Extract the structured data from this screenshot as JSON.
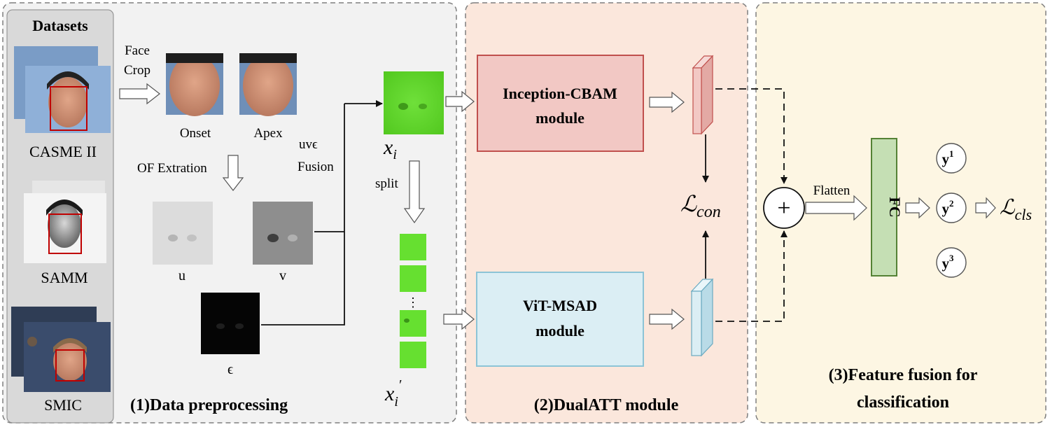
{
  "panels": {
    "datasets": {
      "title": "Datasets",
      "items": [
        "CASME II",
        "SAMM",
        "SMIC"
      ]
    },
    "preprocessing": {
      "title": "(1)Data preprocessing",
      "face_crop": [
        "Face",
        "Crop"
      ],
      "frames": [
        "Onset",
        "Apex"
      ],
      "of_extraction": "OF Extration",
      "fusion": [
        "uvϵ",
        "Fusion"
      ],
      "flows": [
        "u",
        "v",
        "ϵ"
      ],
      "split": "split",
      "dots": "⋮"
    },
    "dualatt": {
      "title": "(2)DualATT module",
      "inception": [
        "Inception-CBAM",
        "module"
      ],
      "vit": [
        "ViT-MSAD",
        "module"
      ]
    },
    "fusion": {
      "title": [
        "(3)Feature fusion for",
        "classification"
      ],
      "flatten": "Flatten",
      "fc": "FC",
      "plus": "+",
      "outputs": [
        "y",
        "y",
        "y"
      ],
      "output_sups": [
        "1",
        "2",
        "3"
      ]
    }
  },
  "math": {
    "xi": "x",
    "xi_sub": "i",
    "xip_sub": "i",
    "xip_prime": "′",
    "lcon_script": "ℒ",
    "lcon_sub": "con",
    "lcls_script": "ℒ",
    "lcls_sub": "cls"
  },
  "colors": {
    "panel1_bg": "#f2f2f2",
    "panel2_bg": "#fbe7dc",
    "panel3_bg": "#fdf6e3",
    "datasets_bg": "#d9d9d9",
    "inception_fill": "#f2c8c4",
    "inception_stroke": "#c0504d",
    "vit_fill": "#dbeef4",
    "vit_stroke": "#8cc4d6",
    "fc_fill": "#c5dfb4",
    "fc_stroke": "#548235",
    "patch_green": "#66e030",
    "frame_box": "#c00000"
  }
}
